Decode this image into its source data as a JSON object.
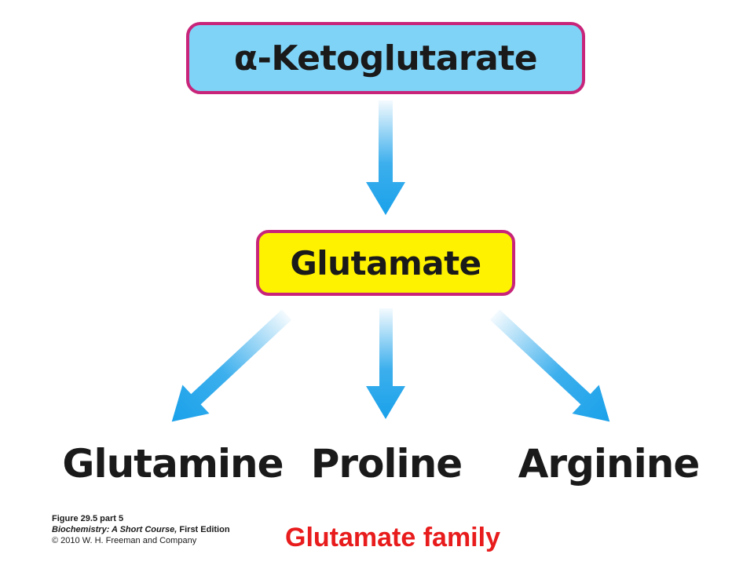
{
  "colors": {
    "top_fill": "#7fd3f7",
    "mid_fill": "#fff200",
    "box_border": "#c8247a",
    "arrow": "#1aa1ea",
    "family_text": "#e81c1c"
  },
  "diagram": {
    "source": "α-Ketoglutarate",
    "intermediate": "Glutamate",
    "products": [
      "Glutamine",
      "Proline",
      "Arginine"
    ]
  },
  "caption": {
    "figure": "Figure 29.5 part 5",
    "book_title": "Biochemistry: A Short Course,",
    "edition": " First Edition",
    "copyright": "© 2010 W. H. Freeman and Company"
  },
  "family_label": "Glutamate family"
}
